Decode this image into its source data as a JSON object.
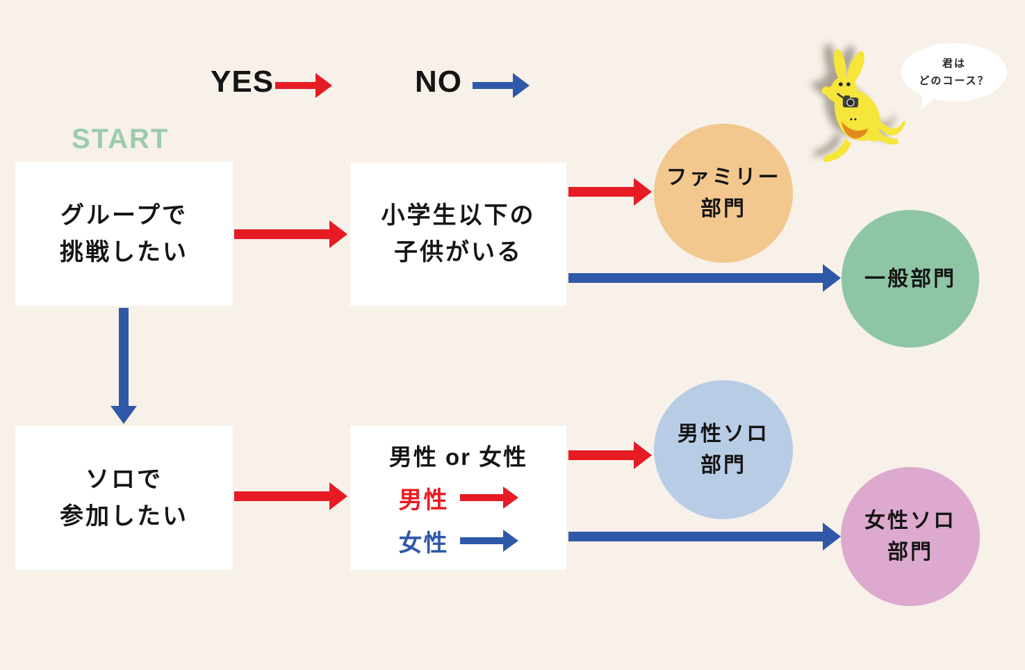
{
  "legend": {
    "yes": "YES",
    "no": "NO"
  },
  "start": "START",
  "boxes": {
    "group": {
      "line1": "グループで",
      "line2": "挑戦したい"
    },
    "kids": {
      "line1": "小学生以下の",
      "line2": "子供がいる"
    },
    "solo": {
      "line1": "ソロで",
      "line2": "参加したい"
    },
    "gender": {
      "title": "男性 or 女性",
      "male": "男性",
      "female": "女性"
    }
  },
  "circles": {
    "family": {
      "line1": "ファミリー",
      "line2": "部門",
      "color": "#f2c88f"
    },
    "general": {
      "line1": "一般部門",
      "color": "#8ec5a4"
    },
    "male_solo": {
      "line1": "男性ソロ",
      "line2": "部門",
      "color": "#b8cce6"
    },
    "female_solo": {
      "line1": "女性ソロ",
      "line2": "部門",
      "color": "#dda9ce"
    }
  },
  "speech_bubble": {
    "line1": "君は",
    "line2": "どのコース？"
  },
  "mascot": {
    "name": "yellow kangaroo with camera and baby in pouch",
    "body_color": "#f6e53a",
    "pouch_color": "#e0891e"
  },
  "colors": {
    "yes_arrow": "#e61b23",
    "no_arrow": "#2f59a8",
    "background": "#f7f1e9",
    "start_label": "#9ccbae"
  }
}
